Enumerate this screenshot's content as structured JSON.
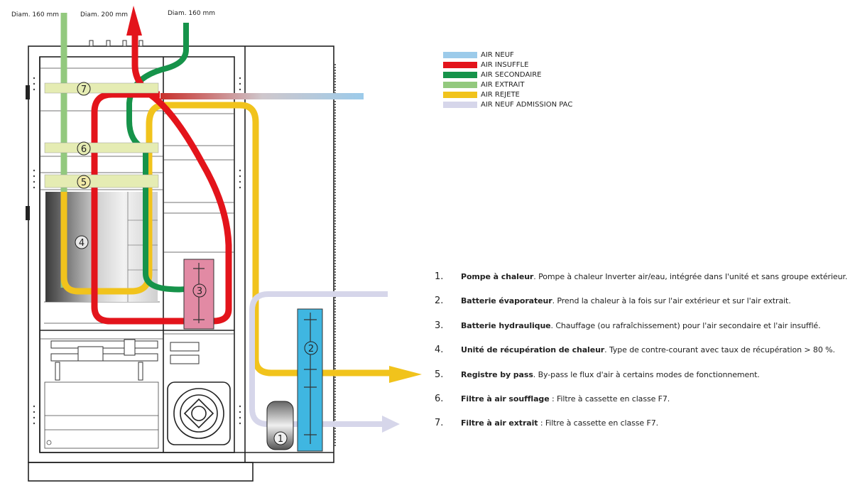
{
  "diameters": [
    "Diam. 160 mm",
    "Diam. 200 mm",
    "Diam. 160 mm"
  ],
  "legend": [
    {
      "label": "AIR NEUF",
      "color": "#9ccbea"
    },
    {
      "label": "AIR INSUFFLE",
      "color": "#e3141b"
    },
    {
      "label": "AIR SECONDAIRE",
      "color": "#16934a"
    },
    {
      "label": "AIR EXTRAIT",
      "color": "#93c97e"
    },
    {
      "label": "AIR REJETE",
      "color": "#f1c31c"
    },
    {
      "label": "AIR NEUF ADMISSION PAC",
      "color": "#d6d6ea"
    }
  ],
  "markers": [
    "7",
    "6",
    "5",
    "4",
    "3",
    "2",
    "1"
  ],
  "components": [
    {
      "num": "1.",
      "title": "Pompe à chaleur",
      "sep": ".",
      "desc": " Pompe à chaleur Inverter air/eau, intégrée dans l'unité et sans groupe extérieur."
    },
    {
      "num": "2.",
      "title": "Batterie évaporateur",
      "sep": ".",
      "desc": " Prend la chaleur à la fois sur l'air extérieur et sur l'air extrait."
    },
    {
      "num": "3.",
      "title": "Batterie hydraulique",
      "sep": ".",
      "desc": " Chauffage (ou rafraîchissement) pour l'air secondaire et l'air insufflé."
    },
    {
      "num": "4.",
      "title": "Unité de récupération de chaleur",
      "sep": ".",
      "desc": " Type de contre-courant avec taux de récupération > 80 %."
    },
    {
      "num": "5.",
      "title": "Registre by pass",
      "sep": ".",
      "desc": " By-pass le flux d'air à certains modes de fonctionnement."
    },
    {
      "num": "6.",
      "title": "Filtre à air soufflage",
      "sep": " :",
      "desc": " Filtre à cassette en classe F7."
    },
    {
      "num": "7.",
      "title": "Filtre à air extrait",
      "sep": " :",
      "desc": " Filtre à cassette en classe F7."
    }
  ]
}
